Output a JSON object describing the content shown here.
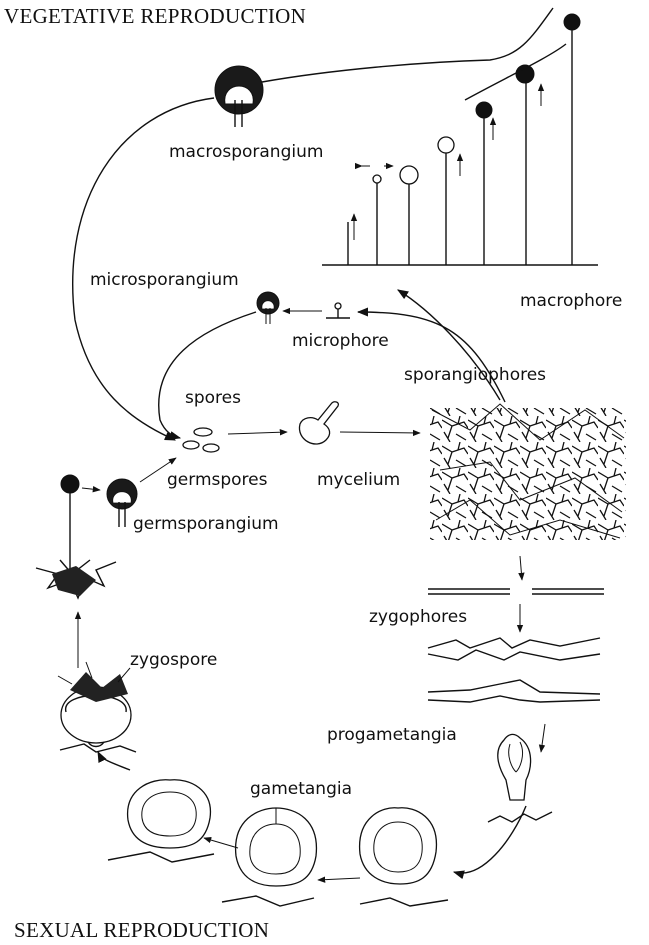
{
  "titles": {
    "top": "VEGETATIVE REPRODUCTION",
    "bottom": "SEXUAL REPRODUCTION"
  },
  "labels": {
    "macrosporangium": "macrosporangium",
    "microsporangium": "microsporangium",
    "macrophore": "macrophore",
    "microphore": "microphore",
    "sporangiophores": "sporangiophores",
    "spores": "spores",
    "germspores": "germspores",
    "mycelium": "mycelium",
    "germsporangium": "germsporangium",
    "zygophores": "zygophores",
    "zygospore": "zygospore",
    "progametangia": "progametangia",
    "gametangia": "gametangia"
  }
}
